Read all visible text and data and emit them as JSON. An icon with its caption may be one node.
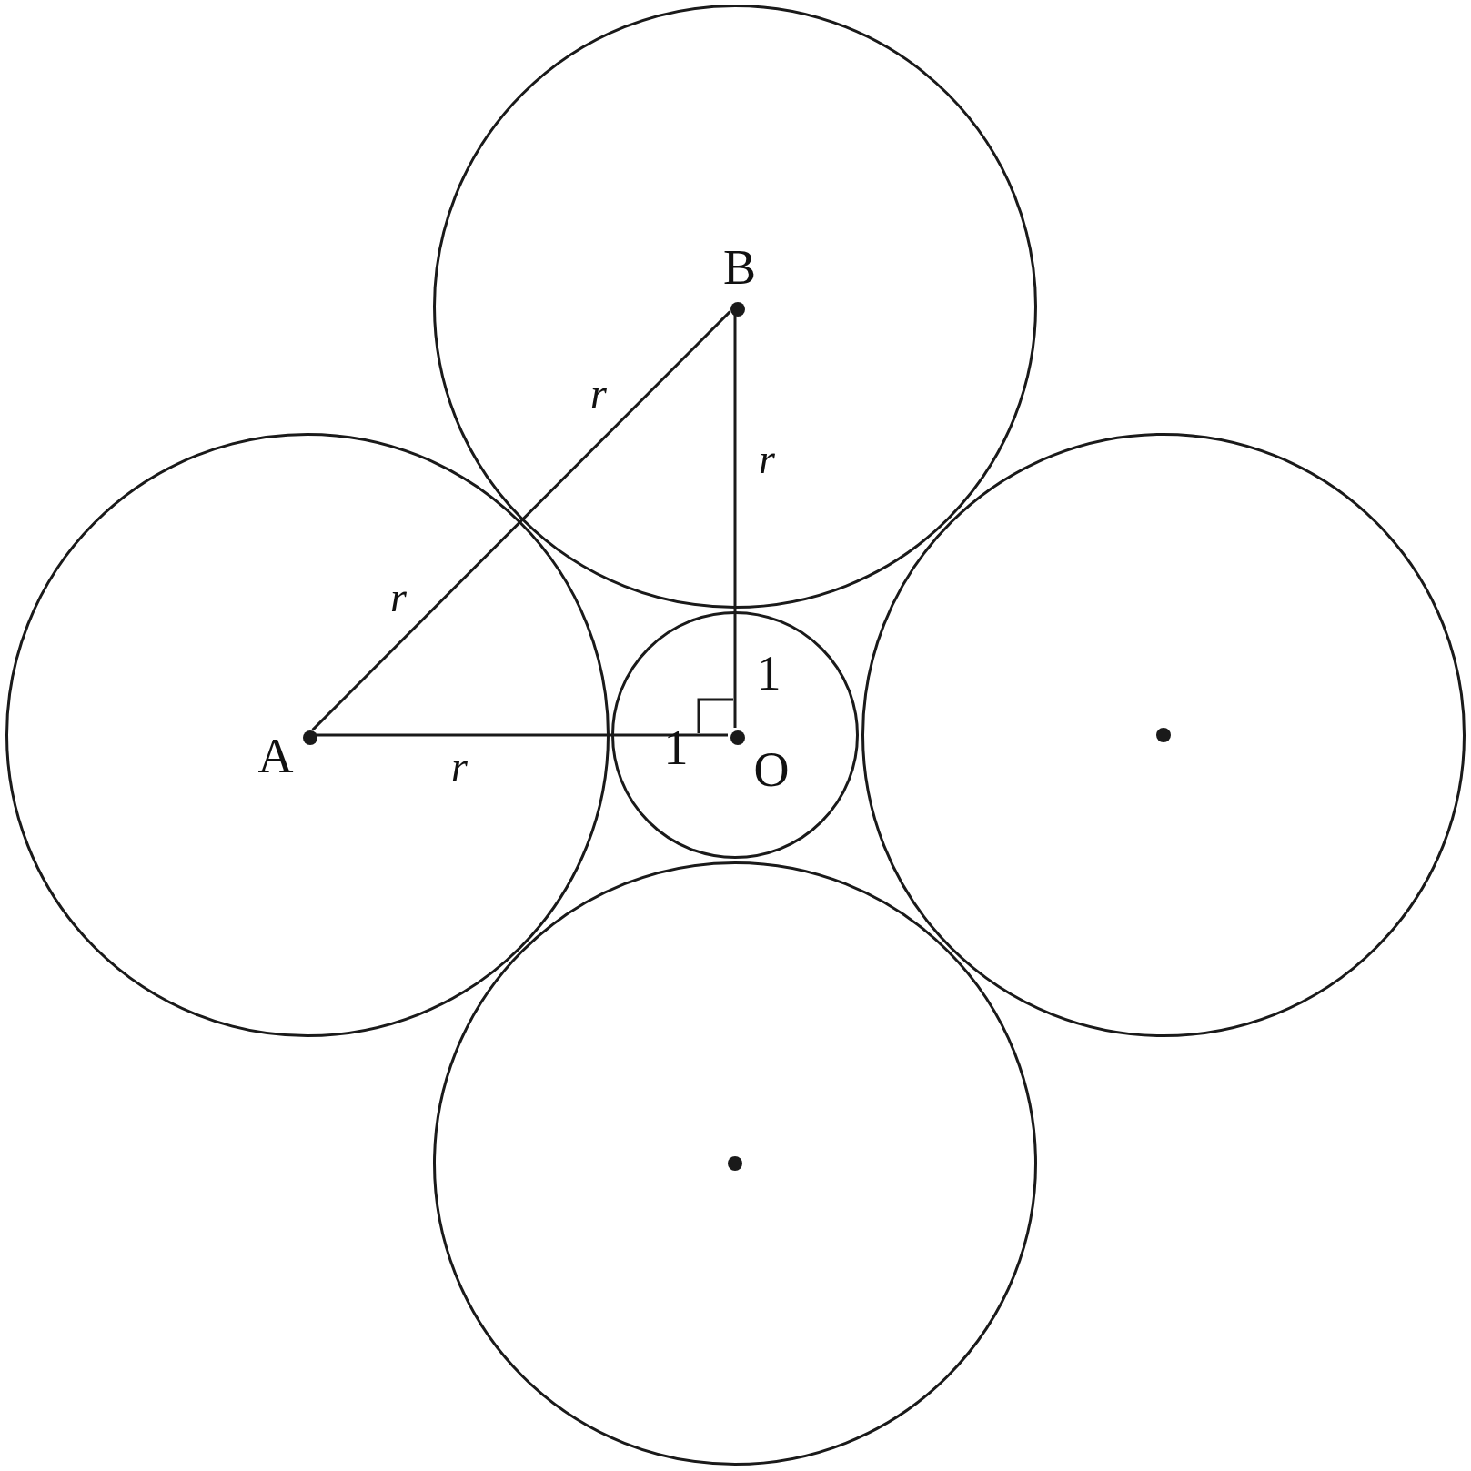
{
  "diagram": {
    "nodes": [
      {
        "text": [],
        "shape": "circle"
      },
      {
        "text": [],
        "shape": "circle"
      },
      {
        "text": [],
        "shape": "circle"
      },
      {
        "text": [],
        "shape": "circle"
      },
      {
        "text": [],
        "shape": "circle"
      },
      {
        "text": [
          "A"
        ],
        "in": 0
      },
      {
        "text": [
          "B"
        ],
        "in": 1
      },
      {
        "text": [
          "O"
        ],
        "in": 2
      }
    ],
    "edges": [
      {
        "from": 5,
        "to": 6,
        "arrow": "none"
      },
      {
        "from": 5,
        "to": 7,
        "arrow": "none"
      },
      {
        "from": 7,
        "to": 6,
        "arrow": "none"
      }
    ],
    "labels": [
      "r",
      "r",
      "r",
      "r",
      "1",
      "1"
    ]
  }
}
